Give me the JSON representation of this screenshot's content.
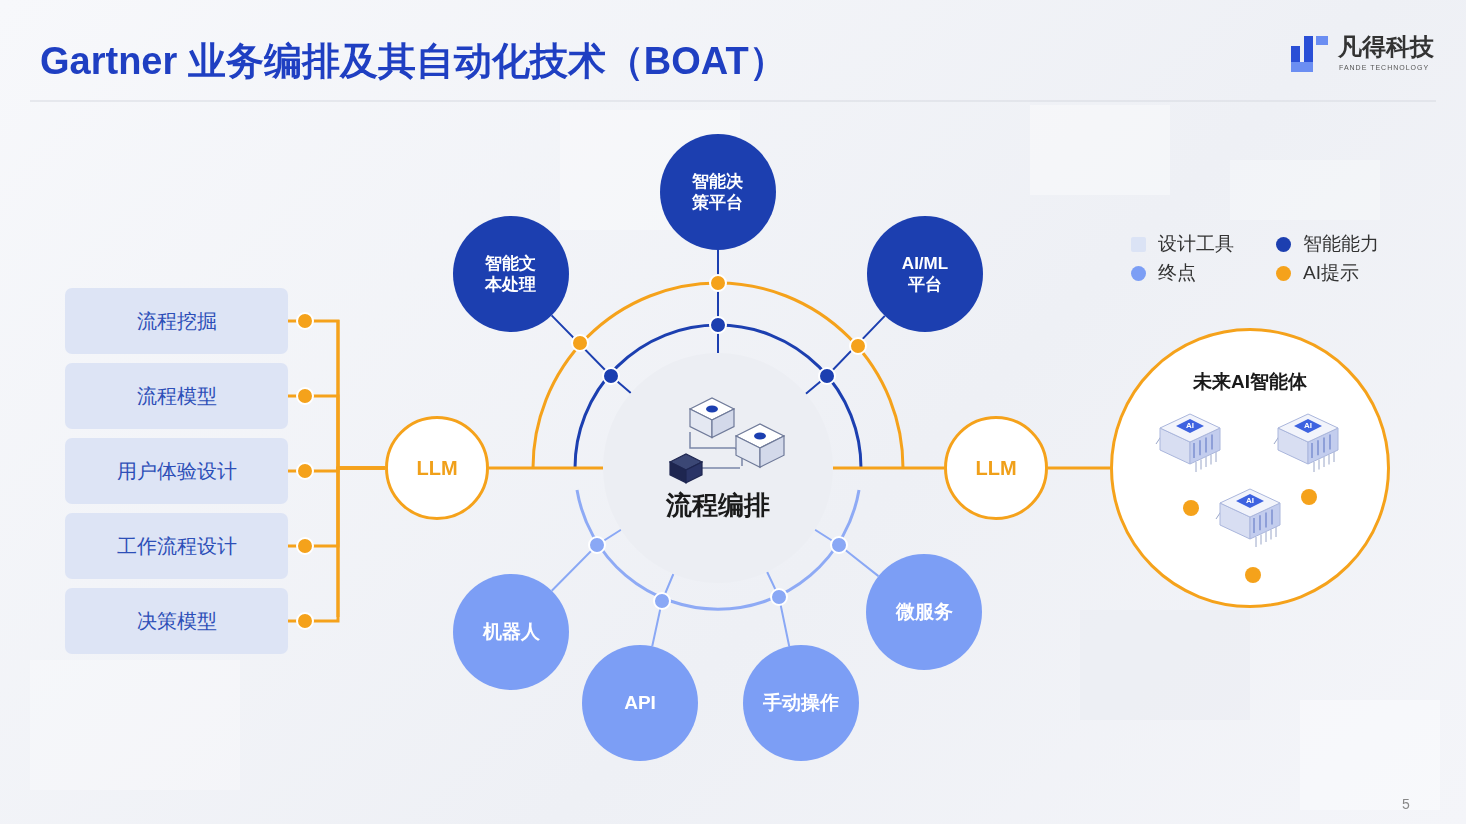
{
  "diagram": {
    "title": "Gartner 业务编排及其自动化技术（BOAT）",
    "nodes": [
      {
        "text": [
          "流程挖掘"
        ]
      },
      {
        "text": [
          "流程模型"
        ]
      },
      {
        "text": [
          "用户体验设计"
        ]
      },
      {
        "text": [
          "工作流程设计"
        ]
      },
      {
        "text": [
          "决策模型"
        ]
      },
      {
        "text": [
          "LLM"
        ]
      },
      {
        "text": [
          "流程编排"
        ]
      },
      {
        "text": [
          "智能文本处理"
        ]
      },
      {
        "text": [
          "智能决策平台"
        ]
      },
      {
        "text": [
          "AI/ML 平台"
        ]
      },
      {
        "text": [
          "机器人"
        ]
      },
      {
        "text": [
          "API"
        ]
      },
      {
        "text": [
          "手动操作"
        ]
      },
      {
        "text": [
          "微服务"
        ]
      },
      {
        "text": [
          "LLM"
        ]
      },
      {
        "text": [
          "未来AI智能体"
        ]
      }
    ],
    "edges": [
      {
        "from": 0,
        "to": 5,
        "arrow": "none"
      },
      {
        "from": 1,
        "to": 5,
        "arrow": "none"
      },
      {
        "from": 2,
        "to": 5,
        "arrow": "none"
      },
      {
        "from": 3,
        "to": 5,
        "arrow": "none"
      },
      {
        "from": 4,
        "to": 5,
        "arrow": "none"
      },
      {
        "from": 5,
        "to": 6,
        "arrow": "none"
      },
      {
        "from": 7,
        "to": 6,
        "arrow": "none"
      },
      {
        "from": 8,
        "to": 6,
        "arrow": "none"
      },
      {
        "from": 9,
        "to": 6,
        "arrow": "none"
      },
      {
        "from": 10,
        "to": 6,
        "arrow": "none"
      },
      {
        "from": 11,
        "to": 6,
        "arrow": "none"
      },
      {
        "from": 12,
        "to": 6,
        "arrow": "none"
      },
      {
        "from": 13,
        "to": 6,
        "arrow": "none"
      },
      {
        "from": 14,
        "to": 6,
        "arrow": "none"
      },
      {
        "from": 14,
        "to": 15,
        "arrow": "none"
      }
    ],
    "labels": [
      "凡得科技",
      "FANDE TECHNOLOGY",
      "AI",
      "AI",
      "AI",
      "5"
    ],
    "legend": [
      {
        "text": "设计工具",
        "color": "#dbe3f5"
      },
      {
        "text": "智能能力",
        "color": "#1c3fb0"
      },
      {
        "text": "终点",
        "color": "#7c9ef5"
      },
      {
        "text": "AI提示",
        "color": "#f5a21b"
      }
    ]
  }
}
